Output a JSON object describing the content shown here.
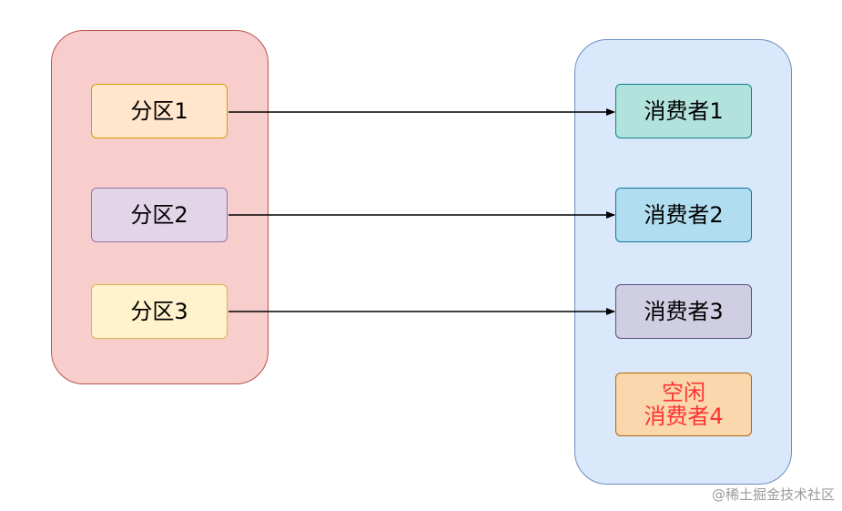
{
  "partitions": [
    {
      "label": "分区1",
      "fill": "#ffe6cc",
      "stroke": "#d79b00"
    },
    {
      "label": "分区2",
      "fill": "#e1d5e7",
      "stroke": "#9673a6"
    },
    {
      "label": "分区3",
      "fill": "#fff2cc",
      "stroke": "#d6b656"
    }
  ],
  "consumers": [
    {
      "label": "消费者1",
      "fill": "#b1e3dc",
      "stroke": "#0e8088"
    },
    {
      "label": "消费者2",
      "fill": "#b1ddf0",
      "stroke": "#10739e"
    },
    {
      "label": "消费者3",
      "fill": "#d0cee2",
      "stroke": "#56517e"
    },
    {
      "label_line1": "空闲",
      "label_line2": "消费者4",
      "fill": "#fad7ac",
      "stroke": "#b46504",
      "text_color": "#ff3333"
    }
  ],
  "edges": [
    {
      "from": "分区1",
      "to": "消费者1"
    },
    {
      "from": "分区2",
      "to": "消费者2"
    },
    {
      "from": "分区3",
      "to": "消费者3"
    }
  ],
  "colors": {
    "partition_group_fill": "#f8cecc",
    "consumer_group_fill": "#dae8fc",
    "arrow": "#000000"
  },
  "watermark": "@稀土掘金技术社区"
}
